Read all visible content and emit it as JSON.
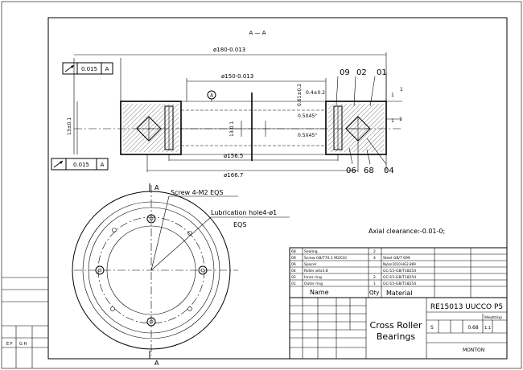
{
  "drawing": {
    "section_label": "A — A",
    "tolerance_box_top": {
      "value": "0.015",
      "datum": "A"
    },
    "tolerance_box_bottom": {
      "value": "0.015",
      "datum": "A"
    },
    "datum_circle": "A",
    "dims": {
      "d180": "ø180-0.013",
      "d150": "ø150-0.013",
      "d156": "ø156.5",
      "d166": "ø166.7",
      "h13": "13±0.1",
      "h13b": "13-0.1",
      "c04": "0.4±0.2",
      "c061": "0.61±0.2",
      "ch1": "0.5X45°",
      "ch2": "0.5X45°",
      "r1": "1",
      "r2": "1",
      "r3": "1",
      "r4": "1"
    },
    "balloons": [
      "09",
      "02",
      "01",
      "06",
      "68",
      "04"
    ],
    "view_labels": {
      "top": "A",
      "bottom": "A"
    },
    "notes": {
      "screw": "Screw 4-M2 EQS",
      "lubrication": "Lubrication hole4-ø1",
      "lubrication_eqs": "EQS",
      "axial": "Axial clearance:-0.01-0;"
    }
  },
  "bom": {
    "rows": [
      {
        "no": "68",
        "name": "Sealing",
        "qty": "2",
        "material": ""
      },
      {
        "no": "09",
        "name": "Screw GB/T70.1 M2X10",
        "qty": "4",
        "material": "Steel GB/T 699"
      },
      {
        "no": "06",
        "name": "Spacer",
        "qty": "",
        "material": "Nylon1010-HG2-869"
      },
      {
        "no": "04",
        "name": "Roller ø4x3.8",
        "qty": "",
        "material": "GCr15-GB/T18254"
      },
      {
        "no": "02",
        "name": "Inner ring",
        "qty": "2",
        "material": "GCr15-GB/T18254"
      },
      {
        "no": "01",
        "name": "Outer ring",
        "qty": "1",
        "material": "GCr15-GB/T18254"
      }
    ],
    "header": {
      "name": "Name",
      "qty": "Qty",
      "material": "Material"
    }
  },
  "title_block": {
    "part_no": "RE15013 UUCCO P5",
    "title_line1": "Cross Roller",
    "title_line2": "Bearings",
    "weight_label": "Weight(kg)",
    "weight": "0.68",
    "scale": "1:1",
    "company": "MONTON",
    "s_label": "S"
  }
}
